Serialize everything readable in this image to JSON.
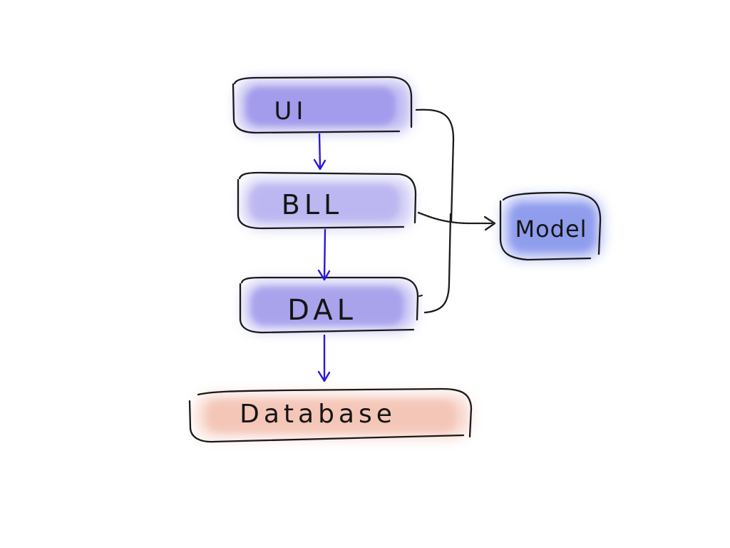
{
  "diagram": {
    "nodes": {
      "ui": {
        "label": "UI"
      },
      "bll": {
        "label": "BLL"
      },
      "dal": {
        "label": "DAL"
      },
      "model": {
        "label": "Model"
      },
      "database": {
        "label": "Database"
      }
    },
    "colors": {
      "layer_fill": "#8f87e6",
      "model_fill": "#5f72e6",
      "database_fill": "#e9957a",
      "outline": "#1a1a1a",
      "flow_arrow": "#2a18d8",
      "reference_arrow": "#1a1a1a",
      "background": "#ffffff"
    },
    "edges": [
      {
        "from": "ui",
        "to": "bll",
        "style": "flow"
      },
      {
        "from": "bll",
        "to": "dal",
        "style": "flow"
      },
      {
        "from": "dal",
        "to": "database",
        "style": "flow"
      },
      {
        "from": "ui",
        "to": "model",
        "style": "reference"
      },
      {
        "from": "bll",
        "to": "model",
        "style": "reference"
      },
      {
        "from": "dal",
        "to": "model",
        "style": "reference"
      }
    ]
  }
}
